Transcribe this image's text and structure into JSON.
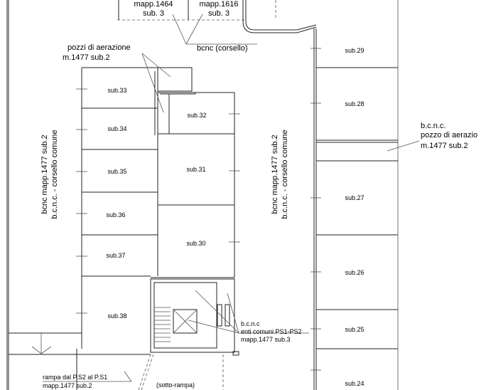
{
  "top_boxes": [
    {
      "line1": "mapp.1464",
      "line2": "sub. 3"
    },
    {
      "line1": "mapp.1616",
      "line2": "sub. 3"
    }
  ],
  "labels": {
    "corsello": "bcnc (corsello)",
    "pozzi_line1": "pozzi di aerazione",
    "pozzi_line2": "m.1477 sub.2",
    "pozzo_right_line1": "b.c.n.c.",
    "pozzo_right_line2": "pozzo di aerazio",
    "pozzo_right_line3": "m.1477 sub.2",
    "enti_line1": "b.c.n.c",
    "enti_line2": "enti comuni PS1-PS2",
    "enti_line3": "mapp.1477 sub.3",
    "rampa_line1": "rampa dal P.S2 al P.S1",
    "rampa_line2": "mapp.1477 sub.2",
    "sotto_rampa": "(sotto-rampa)",
    "vertical_left_1": "bcnc mapp.1477 sub.2",
    "vertical_left_2": "b.c.n.c. - corsello comune",
    "vertical_mid_1": "bcnc mapp.1477 sub.2",
    "vertical_mid_2": "b.c.n.c. - corsello comune"
  },
  "units": {
    "sub33": "sub.33",
    "sub34": "sub.34",
    "sub35": "sub.35",
    "sub36": "sub.36",
    "sub37": "sub.37",
    "sub38": "sub.38",
    "sub32": "sub.32",
    "sub31": "sub.31",
    "sub30": "sub.30",
    "sub29": "sub.29",
    "sub28": "sub.28",
    "sub27": "sub.27",
    "sub26": "sub.26",
    "sub25": "sub.25",
    "sub24": "sub.24"
  }
}
